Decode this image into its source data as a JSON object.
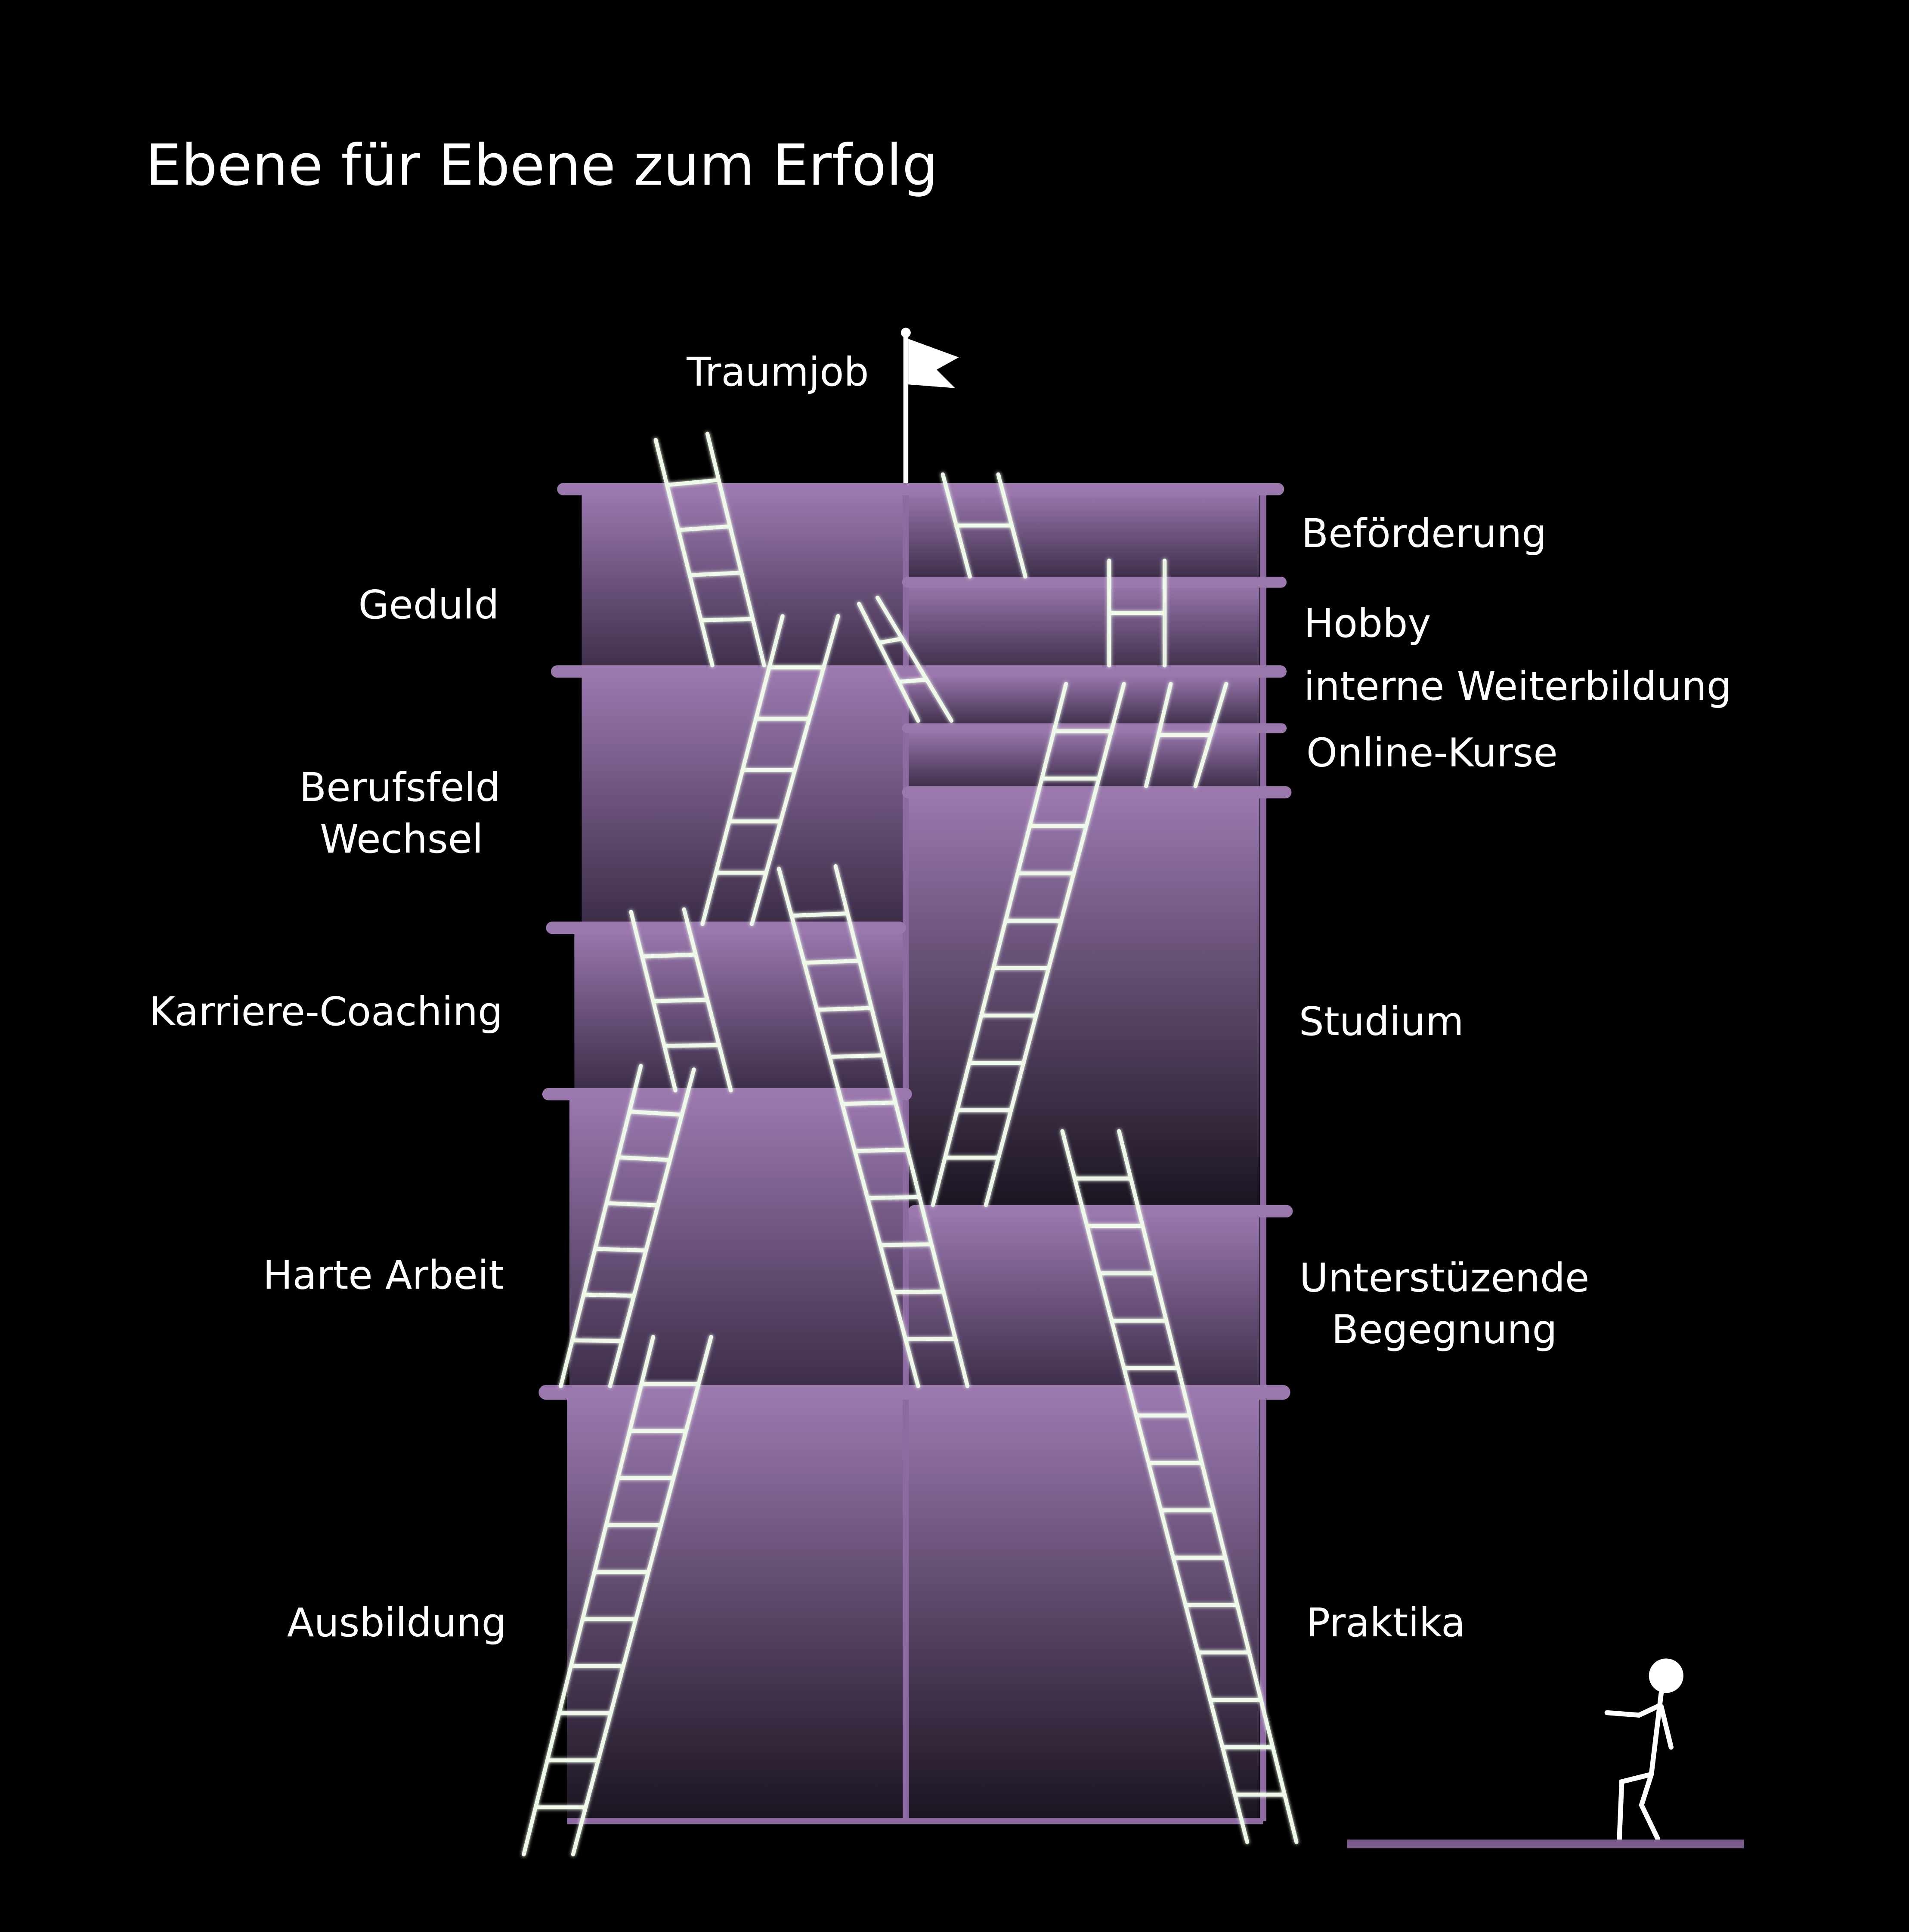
{
  "title": "Ebene für Ebene zum Erfolg",
  "goal": "Traumjob",
  "left_levels": [
    {
      "label": "Geduld"
    },
    {
      "label": "Berufsfeld",
      "label2": "Wechsel"
    },
    {
      "label": "Karriere-Coaching"
    },
    {
      "label": "Harte Arbeit"
    },
    {
      "label": "Ausbildung"
    }
  ],
  "right_levels": [
    {
      "label": "Beförderung"
    },
    {
      "label": "Hobby"
    },
    {
      "label": "interne Weiterbildung"
    },
    {
      "label": "Online-Kurse"
    },
    {
      "label": "Studium"
    },
    {
      "label": "Unterstüzende",
      "label2": "Begegnung"
    },
    {
      "label": "Praktika"
    }
  ],
  "colors": {
    "background": "#000000",
    "block_top": "#9b79b0",
    "block_bottom": "#1a1420",
    "ladder": "#eef9ea"
  }
}
